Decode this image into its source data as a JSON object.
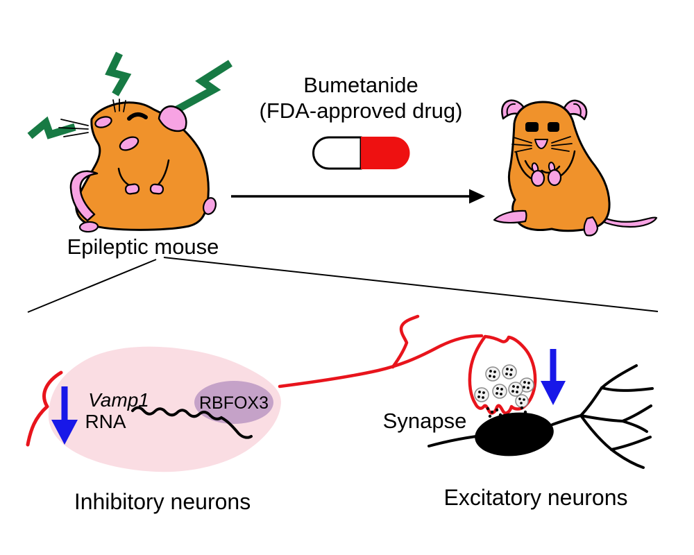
{
  "labels": {
    "epileptic_mouse": "Epileptic mouse",
    "inhibitory_neurons": "Inhibitory neurons",
    "excitatory_neurons": "Excitatory neurons",
    "synapse": "Synapse"
  },
  "drug": {
    "name": "Bumetanide",
    "subtitle": "(FDA-approved drug)"
  },
  "inhibitory_cell": {
    "gene_name_italic": "Vamp1",
    "gene_molecule": "RNA",
    "rna_binding_protein": "RBFOX3",
    "change_indicator": "decrease"
  },
  "excitatory_cell": {
    "change_indicator": "decrease"
  },
  "icons": {
    "seizure_icon": "lightning-bolt",
    "drug_icon": "capsule-pill",
    "treatment_arrow_icon": "right-arrow",
    "decrease_icon": "down-arrow",
    "vesicle_icon": "synaptic-vesicle"
  },
  "colors": {
    "mouse_orange": "#F0922B",
    "mouse_pink": "#F7A3E3",
    "lightning_green": "#177A44",
    "pill_red": "#EE1111",
    "signal_red": "#E8141C",
    "decrease_blue": "#1818E8",
    "cell_pink": "#FADDE3",
    "protein_purple": "#C5A2C8",
    "ink_black": "#000000",
    "background": "#FFFFFF"
  }
}
